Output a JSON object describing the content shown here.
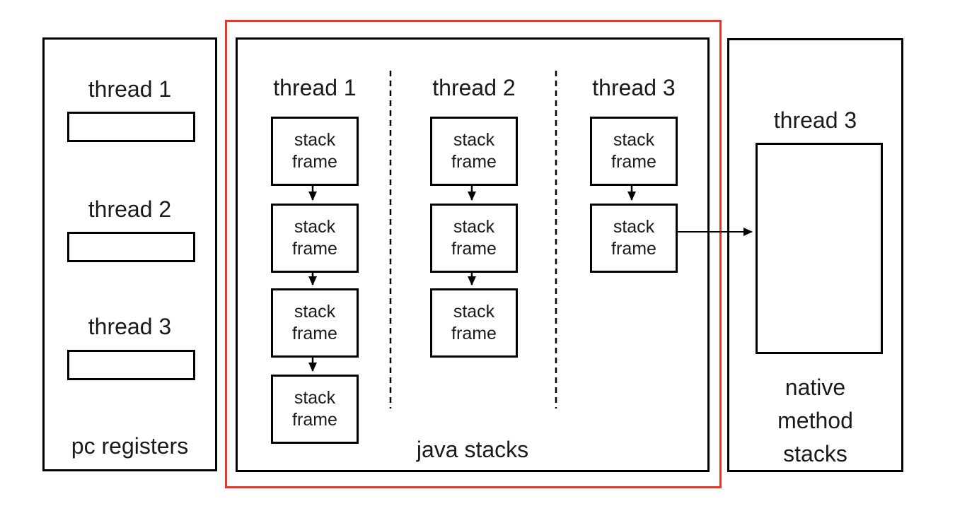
{
  "diagram": {
    "title_semantic": "JVM runtime data areas (per-thread): pc registers, java stacks, native method stacks",
    "colors": {
      "background": "#ffffff",
      "line": "#000000",
      "highlight_border": "#e7372b"
    },
    "pc_registers": {
      "title": "pc registers",
      "threads": [
        {
          "label": "thread 1"
        },
        {
          "label": "thread 2"
        },
        {
          "label": "thread 3"
        }
      ]
    },
    "java_stacks": {
      "title": "java stacks",
      "columns": [
        {
          "label": "thread 1",
          "frames": [
            "stack frame",
            "stack frame",
            "stack frame",
            "stack frame"
          ]
        },
        {
          "label": "thread 2",
          "frames": [
            "stack frame",
            "stack frame",
            "stack frame"
          ]
        },
        {
          "label": "thread 3",
          "frames": [
            "stack frame",
            "stack frame"
          ]
        }
      ]
    },
    "native_method_stacks": {
      "thread_label": "thread 3",
      "title_lines": [
        "native",
        "method",
        "stacks"
      ]
    }
  }
}
